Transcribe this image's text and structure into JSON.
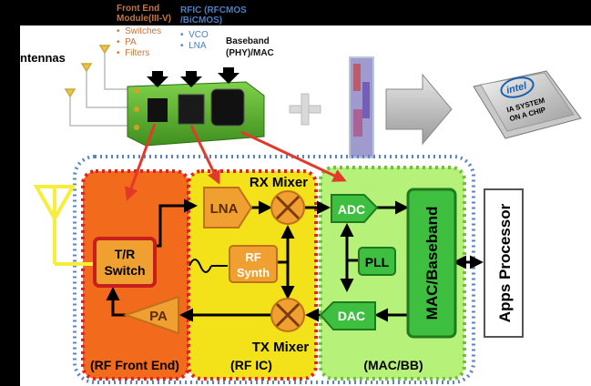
{
  "module": {
    "front_end_title_1": "Front End",
    "front_end_title_2": "Module(III-V)",
    "front_end_items": [
      "Switches",
      "PA",
      "Filters"
    ],
    "rfic_title_1": "RFIC (RFCMOS",
    "rfic_title_2": "/BiCMOS)",
    "rfic_items": [
      "VCO",
      "LNA"
    ],
    "baseband_label_1": "Baseband",
    "baseband_label_2": "(PHY)/MAC",
    "antennas_label": "ntennas"
  },
  "chip": {
    "brand": "intel",
    "line1": "IA SYSTEM",
    "line2": "ON A CHIP"
  },
  "diagram": {
    "tr_switch_1": "T/R",
    "tr_switch_2": "Switch",
    "lna": "LNA",
    "rx_mixer": "RX Mixer",
    "tx_mixer": "TX Mixer",
    "rf_synth_1": "RF",
    "rf_synth_2": "Synth",
    "pa": "PA",
    "adc": "ADC",
    "dac": "DAC",
    "pll": "PLL",
    "mac_baseband": "MAC/Baseband",
    "apps_processor": "Apps Processor",
    "rf_front_end_label": "(RF Front End)",
    "rf_ic_label": "(RF IC)",
    "mac_bb_label": "(MAC/BB)"
  },
  "colors": {
    "orange_region": "#f26a1b",
    "yellow_region": "#f3e11a",
    "green_region": "#b6f27a",
    "block_orange": "#f0a030",
    "block_green": "#3fbf3f",
    "arrow_red": "#e23a2a",
    "outline_blue": "#5b84c4"
  }
}
